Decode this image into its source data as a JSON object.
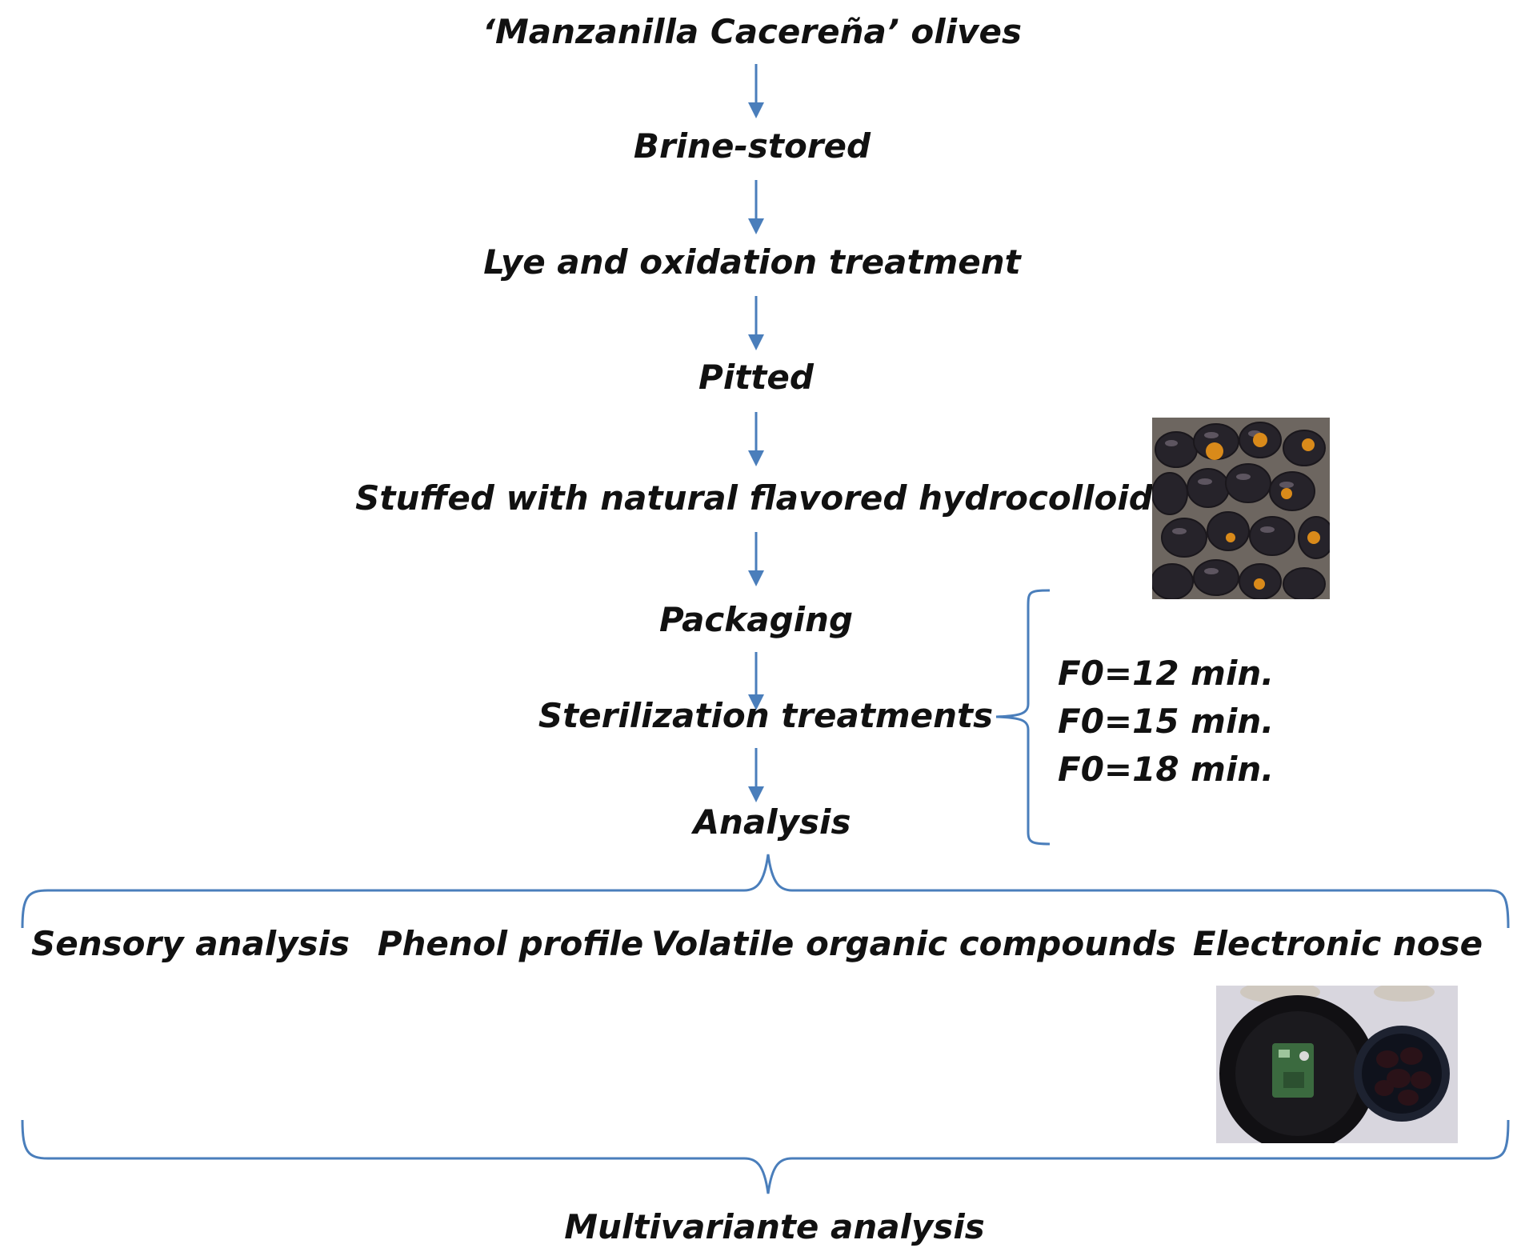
{
  "flow": {
    "steps": [
      "‘Manzanilla Cacereña’ olives",
      "Brine-stored",
      "Lye and oxidation treatment",
      "Pitted",
      "Stuffed with natural flavored hydrocolloids",
      "Packaging",
      "Sterilization treatments",
      "Analysis"
    ],
    "sterilization_options": [
      "F0=12 min.",
      "F0=15 min.",
      "F0=18 min."
    ],
    "analyses": [
      "Sensory analysis",
      "Phenol profile",
      "Volatile organic compounds",
      "Electronic nose"
    ],
    "final": "Multivariante analysis"
  },
  "colors": {
    "arrow": "#4a7ebb",
    "text": "#111111"
  },
  "icons": [
    "stuffed-olives-photo",
    "electronic-nose-photo"
  ]
}
